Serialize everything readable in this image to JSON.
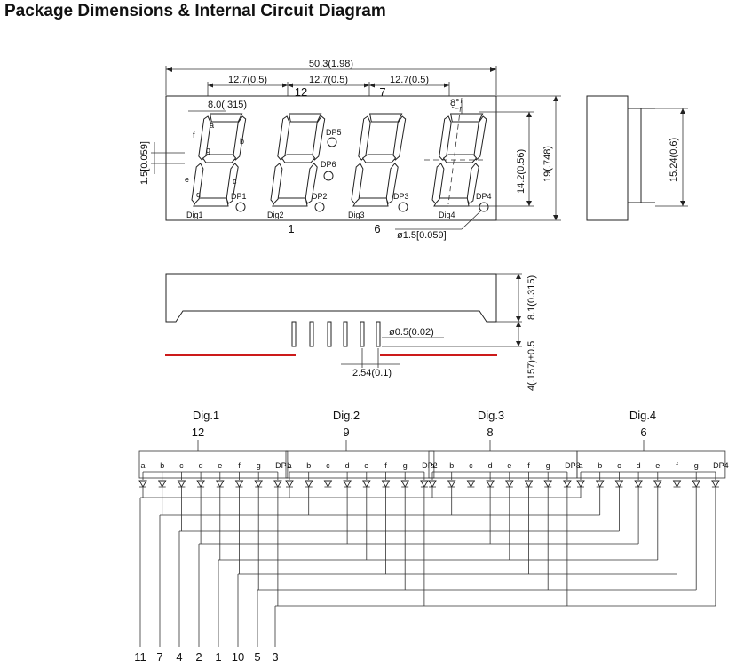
{
  "title": "Package Dimensions & Internal Circuit Diagram",
  "dimensions": {
    "overall_width": "50.3(1.98)",
    "digit_pitch": "12.7(0.5)",
    "segment_width": "8.0(.315)",
    "slant": "8°",
    "segment_thickness": "1.5[0.059]",
    "digit_height": "14.2(0.56)",
    "body_height": "19(.748)",
    "side_pin_span": "15.24(0.6)",
    "dp_diameter": "ø1.5[0.059]",
    "body_depth": "8.1(0.315)",
    "pin_length": "4(.157)±0.5",
    "pin_diameter": "ø0.5(0.02)",
    "pin_pitch": "2.54(0.1)"
  },
  "pin_marks": {
    "top_left": "12",
    "top_right": "7",
    "bottom_left": "1",
    "bottom_right": "6"
  },
  "segment_letters": [
    "a",
    "b",
    "c",
    "d",
    "e",
    "f",
    "g"
  ],
  "display_labels": {
    "digits": [
      "Dig1",
      "Dig2",
      "Dig3",
      "Dig4"
    ],
    "dps": [
      "DP1",
      "DP2",
      "DP3",
      "DP4",
      "DP5",
      "DP6"
    ]
  },
  "circuit": {
    "digits": [
      {
        "name": "Dig.1",
        "pin": "12"
      },
      {
        "name": "Dig.2",
        "pin": "9"
      },
      {
        "name": "Dig.3",
        "pin": "8"
      },
      {
        "name": "Dig.4",
        "pin": "6"
      }
    ],
    "segments": [
      "a",
      "b",
      "c",
      "d",
      "e",
      "f",
      "g",
      "DP1"
    ],
    "dp_labels": [
      "DP1",
      "DP2",
      "DP3",
      "DP4"
    ],
    "bottom_pins": [
      "11",
      "7",
      "4",
      "2",
      "1",
      "10",
      "5",
      "3"
    ]
  }
}
